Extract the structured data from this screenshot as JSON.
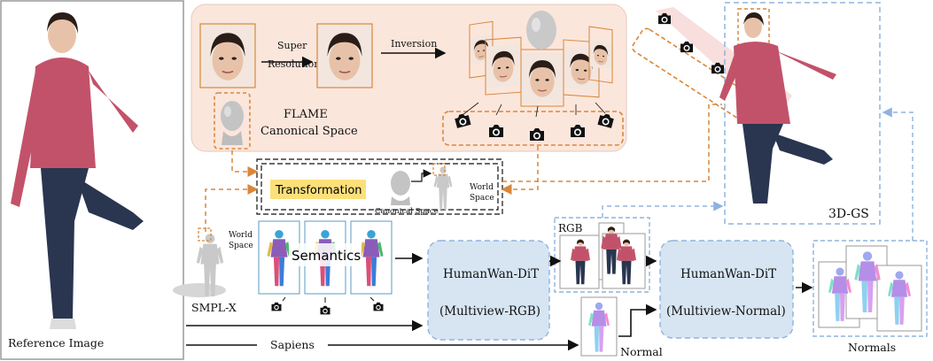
{
  "labels": {
    "reference_image": "Reference Image",
    "super_line1": "Super",
    "super_line2": "Resolution",
    "inversion": "Inversion",
    "flame_line1": "FLAME",
    "flame_line2": "Canonical Space",
    "transformation": "Transformation",
    "canonical_space": "Canonical Space",
    "world_line1": "World",
    "world_line2": "Space",
    "world_left_line1": "World",
    "world_left_line2": "Space",
    "semantics": "Semantics",
    "smplx": "SMPL-X",
    "sapiens": "Sapiens",
    "rgb": "RGB",
    "normal": "Normal",
    "normals": "Normals",
    "gs3d": "3D-GS",
    "dit_rgb_title": "HumanWan-DiT",
    "dit_rgb_sub": "(Multiview-RGB)",
    "dit_normal_title": "HumanWan-DiT",
    "dit_normal_sub": "(Multiview-Normal)"
  },
  "colors": {
    "face_panel_bg": "#fbe6dc",
    "orange_dash": "#d9873a",
    "blue_dash": "#8fb3de",
    "dit_box": "#d7e5f2",
    "transformation_highlight": "#fbe07a",
    "hoodie": "#c2526a",
    "jeans": "#2a3550",
    "skin": "#e8c2a8"
  }
}
